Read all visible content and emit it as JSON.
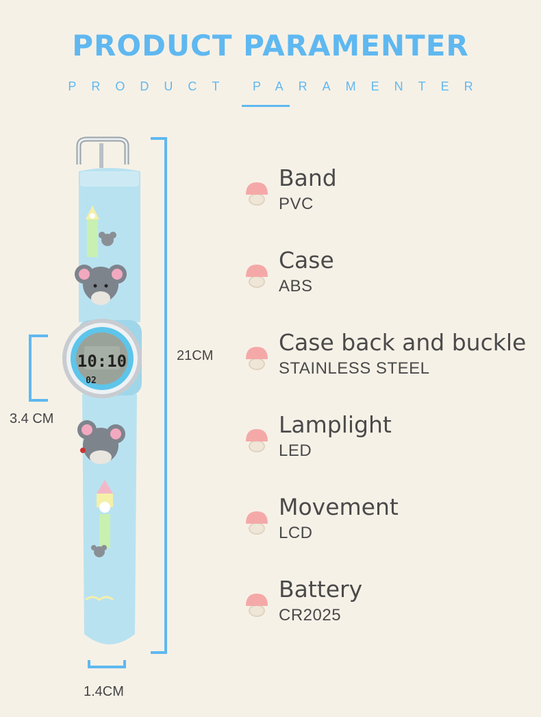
{
  "header": {
    "title": "PRODUCT PARAMENTER",
    "subtitle": "PRODUCT PARAMENTER"
  },
  "dimensions": {
    "length": "21CM",
    "case_diameter": "3.4 CM",
    "band_width": "1.4CM"
  },
  "specs": [
    {
      "name": "Band",
      "value": "PVC"
    },
    {
      "name": "Case",
      "value": "ABS"
    },
    {
      "name": "Case back and buckle",
      "value": "STAINLESS STEEL"
    },
    {
      "name": "Lamplight",
      "value": "LED"
    },
    {
      "name": "Movement",
      "value": "LCD"
    },
    {
      "name": "Battery",
      "value": "CR2025"
    }
  ],
  "watch_display": {
    "time": "10:10",
    "date": "02"
  },
  "colors": {
    "accent": "#5fb8f0",
    "band": "#b9e2f0",
    "bullet": "#f4a9a8",
    "background": "#f6f1e7"
  },
  "icons": {
    "bullet": "mushroom-icon"
  }
}
